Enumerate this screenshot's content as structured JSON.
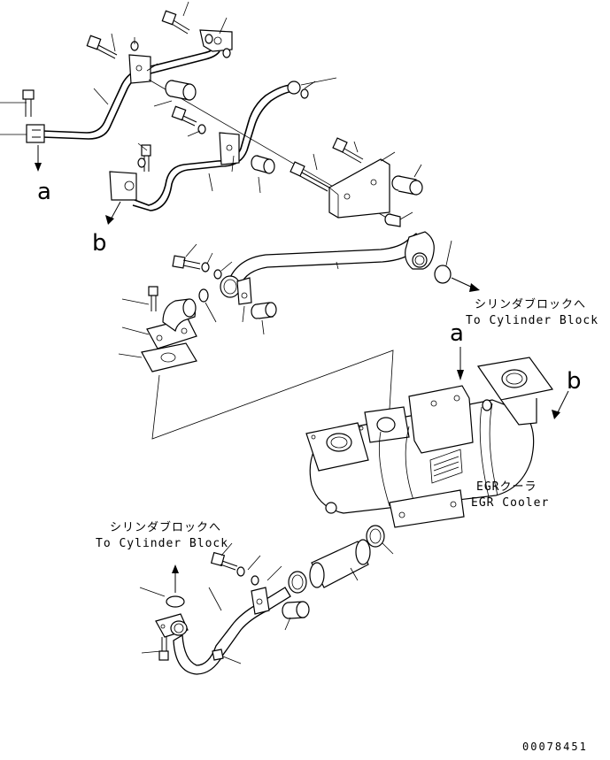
{
  "callouts": {
    "a_top": "a",
    "b_top": "b",
    "a_cooler": "a",
    "b_cooler": "b"
  },
  "notes": {
    "to_block_upper_jp": "シリンダブロックへ",
    "to_block_upper_en": "To Cylinder Block",
    "egr_cooler_jp": "EGRクーラ",
    "egr_cooler_en": "EGR Cooler",
    "to_block_lower_jp": "シリンダブロックへ",
    "to_block_lower_en": "To Cylinder Block"
  },
  "part_number": "00078451"
}
